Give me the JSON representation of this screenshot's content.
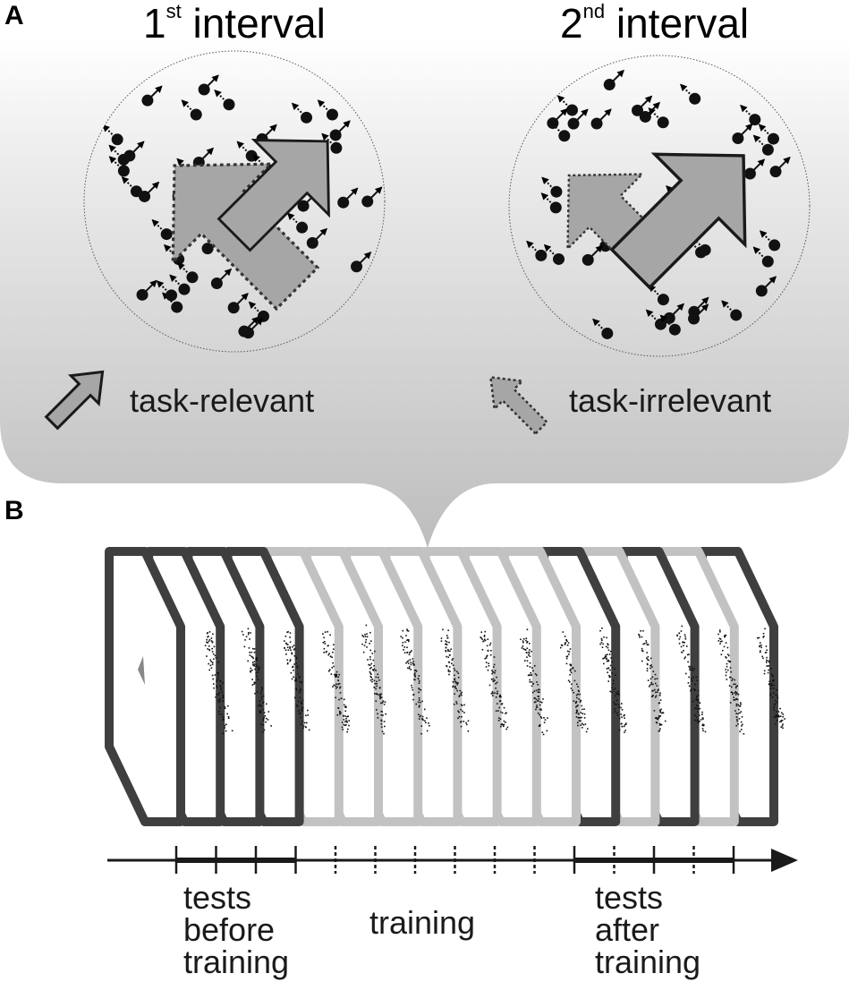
{
  "panel_a": {
    "label": "A",
    "interval_1": {
      "main": "1",
      "sup": "st",
      "rest": " interval"
    },
    "interval_2": {
      "main": "2",
      "sup": "nd",
      "rest": " interval"
    },
    "legend_relevant": "task-relevant",
    "legend_irrelevant": "task-irrelevant"
  },
  "panel_b": {
    "label": "B",
    "phases": {
      "before": [
        "tests",
        "before",
        "training"
      ],
      "training": [
        "training"
      ],
      "after": [
        "tests",
        "after",
        "training"
      ]
    }
  },
  "colors": {
    "background": "#ffffff",
    "callout_top": "#ffffff",
    "callout_bottom": "#bfbfbf",
    "arrow_fill": "#a6a6a6",
    "dark_frame": "#3f3f3f",
    "light_frame": "#c2c2c2",
    "text": "#1a1a1a"
  },
  "icons": [
    "dot-icon",
    "motion-arrow-icon",
    "block-arrow-icon",
    "timeline-arrow-icon"
  ]
}
